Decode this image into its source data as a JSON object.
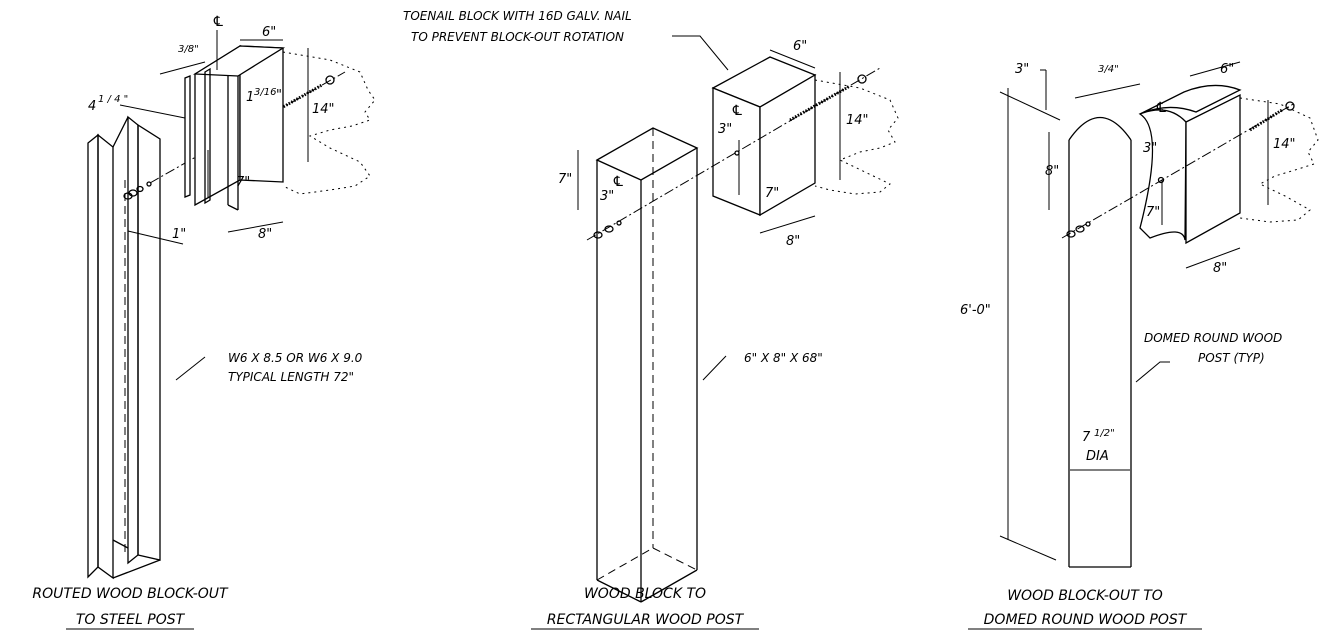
{
  "panels": {
    "steel": {
      "caption_line1": "ROUTED WOOD BLOCK-OUT",
      "caption_line2": "TO STEEL POST",
      "dim_width": "6\"",
      "dim_rout": "3/8\"",
      "dim_offset_whole": "4",
      "dim_offset_frac": "1 / 4 \"",
      "dim_inner_whole": "1",
      "dim_inner_frac": "3/16",
      "dim_inner_unit": "\"",
      "dim_height": "14\"",
      "dim_bolt": "7\"",
      "dim_depth": "8\"",
      "dim_flange": "1\"",
      "note_line1": "W6 X 8.5 OR W6 X 9.0",
      "note_line2": "TYPICAL LENGTH 72\"",
      "centerline": "℄"
    },
    "rect": {
      "caption_line1": "WOOD BLOCK TO",
      "caption_line2": "RECTANGULAR WOOD POST",
      "note_top_line1": "TOENAIL BLOCK WITH 16D GALV. NAIL",
      "note_top_line2": "TO PREVENT BLOCK-OUT ROTATION",
      "dim_width": "6\"",
      "dim_height": "14\"",
      "dim_block_top": "3\"",
      "dim_block_bolt": "7\"",
      "dim_block_depth": "8\"",
      "dim_post_bolt": "7\"",
      "dim_post_top": "3\"",
      "note_post": "6\" X 8\" X 68\"",
      "centerline_block": "℄",
      "centerline_post": "℄"
    },
    "round": {
      "caption_line1": "WOOD BLOCK-OUT TO",
      "caption_line2": "DOMED ROUND WOOD POST",
      "dim_top": "3\"",
      "dim_gap": "3/4\"",
      "dim_width": "6\"",
      "dim_height": "14\"",
      "dim_block_top": "3\"",
      "dim_block_bolt": "7\"",
      "dim_block_depth": "8\"",
      "dim_post_bolt": "8\"",
      "dim_post_length": "6'-0\"",
      "dim_dia_whole": "7",
      "dim_dia_frac": "1/2\"",
      "dim_dia_label": "DIA",
      "note_line1": "DOMED ROUND WOOD",
      "note_line2": "POST (TYP)",
      "centerline": "℄"
    }
  }
}
